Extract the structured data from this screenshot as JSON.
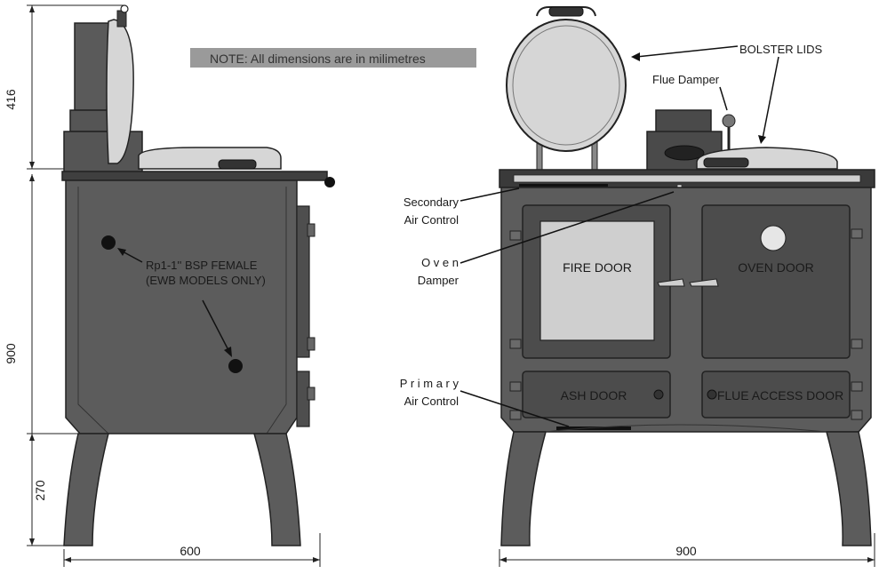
{
  "note": "NOTE: All dimensions are in milimetres",
  "labels": {
    "bolster_lids": "BOLSTER LIDS",
    "flue_damper": "Flue Damper",
    "secondary_air": [
      "Secondary",
      "Air Control"
    ],
    "oven_damper": [
      "O v e n",
      "Damper"
    ],
    "primary_air": [
      "P r i m a r y",
      "Air Control"
    ],
    "bsp": [
      "Rp1-1'' BSP FEMALE",
      "(EWB MODELS ONLY)"
    ]
  },
  "doors": {
    "fire": "FIRE DOOR",
    "oven": "OVEN DOOR",
    "ash": "ASH DOOR",
    "flue": "FLUE ACCESS DOOR"
  },
  "dimensions": {
    "lid_height": "416",
    "body_height": "900",
    "leg_height": "270",
    "side_width": "600",
    "front_width": "900"
  },
  "colors": {
    "body": "#5c5c5c",
    "body_dark": "#4a4a4a",
    "outline": "#222222",
    "lid": "#d6d6d6",
    "window": "#cfcfcf",
    "note_bg": "#9a9a9a"
  }
}
